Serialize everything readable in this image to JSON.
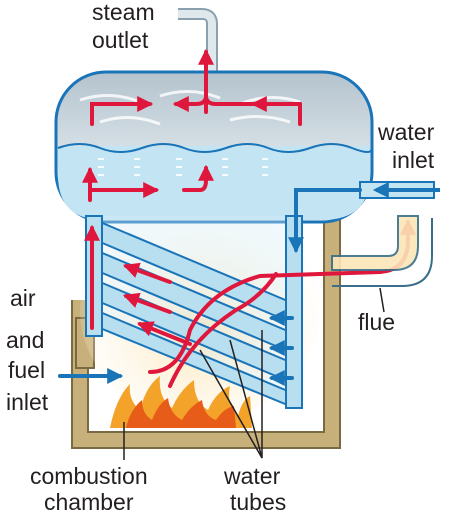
{
  "labels": {
    "steam_outlet": [
      "steam",
      "outlet"
    ],
    "water_inlet": [
      "water",
      "inlet"
    ],
    "flue": "flue",
    "air_fuel_inlet": [
      "air",
      "and",
      "fuel",
      "inlet"
    ],
    "combustion_chamber": [
      "combustion",
      "chamber"
    ],
    "water_tubes": [
      "water",
      "tubes"
    ]
  },
  "colors": {
    "hot_flow": "#e0173c",
    "cold_flow": "#1a74b8",
    "casing": "#c8b07a",
    "water": "#c3e4f3",
    "steam": "#c9d5dd",
    "tube": "#b8dff0"
  }
}
